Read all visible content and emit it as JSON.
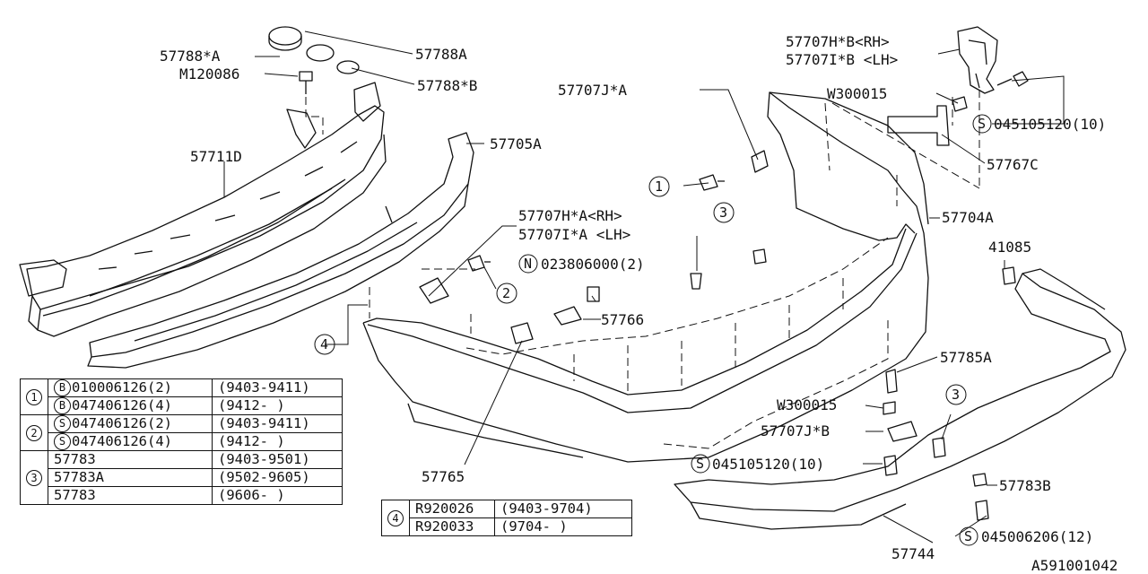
{
  "labels": {
    "l57788sA": "57788*A",
    "l57788A": "57788A",
    "lM120086": "M120086",
    "l57788sB": "57788*B",
    "l57711D": "57711D",
    "l57705A": "57705A",
    "l57707JsA": "57707J*A",
    "l57707HsBRH": "57707H*B<RH>",
    "l57707IsBLH": "57707I*B <LH>",
    "lW300015top": "W300015",
    "l045105120top": "045105120(10)",
    "l57767C": "57767C",
    "l57704A": "57704A",
    "l57707HsARH": "57707H*A<RH>",
    "l57707IsALH": "57707I*A <LH>",
    "l023806000": "023806000(2)",
    "l57766": "57766",
    "l41085": "41085",
    "l57785A": "57785A",
    "lW300015bot": "W300015",
    "l57707JsB": "57707J*B",
    "l045105120bot": "045105120(10)",
    "l57783B": "57783B",
    "l045006206": "045006206(12)",
    "l57744": "57744",
    "l57765": "57765",
    "diagramId": "A591001042"
  },
  "callouts": {
    "c1": "1",
    "c2": "2",
    "c3": "3",
    "c4": "4"
  },
  "prefixes": {
    "S": "S",
    "N": "N",
    "B": "B"
  },
  "tableMain": {
    "g1": {
      "key": "1",
      "r1": {
        "prefix": "B",
        "part": "010006126(2)",
        "range": "(9403-9411)"
      },
      "r2": {
        "prefix": "B",
        "part": "047406126(4)",
        "range": "(9412-    )"
      }
    },
    "g2": {
      "key": "2",
      "r1": {
        "prefix": "S",
        "part": "047406126(2)",
        "range": "(9403-9411)"
      },
      "r2": {
        "prefix": "S",
        "part": "047406126(4)",
        "range": "(9412-    )"
      }
    },
    "g3": {
      "key": "3",
      "r1": {
        "part": "57783",
        "range": "(9403-9501)"
      },
      "r2": {
        "part": "57783A",
        "range": "(9502-9605)"
      },
      "r3": {
        "part": "57783",
        "range": "(9606-    )"
      }
    }
  },
  "tableR": {
    "key": "4",
    "r1": {
      "part": "R920026",
      "range": "(9403-9704)"
    },
    "r2": {
      "part": "R920033",
      "range": "(9704-    )"
    }
  }
}
